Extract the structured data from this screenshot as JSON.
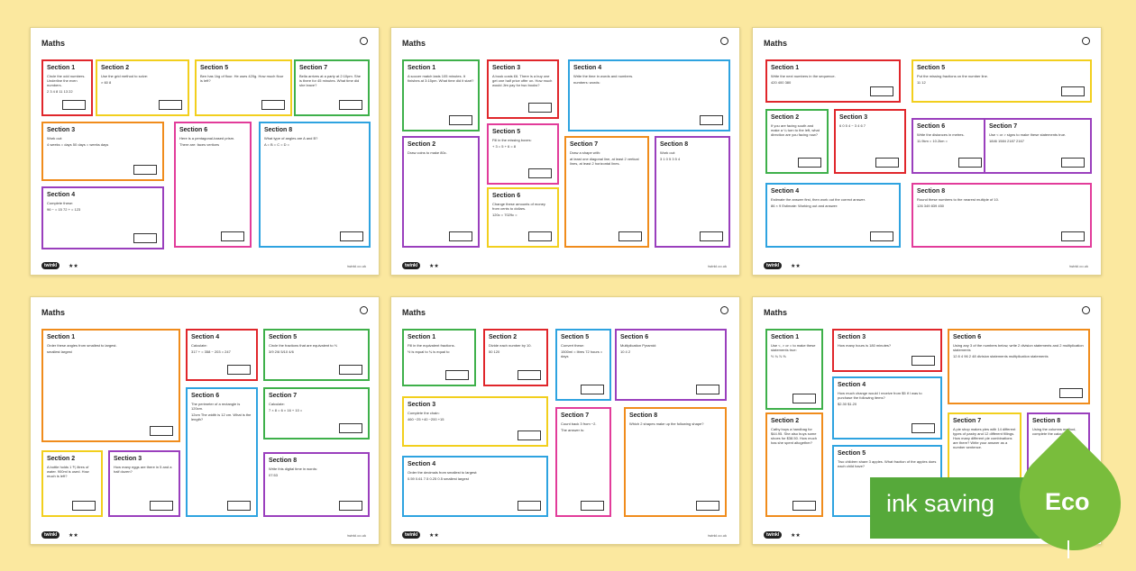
{
  "sheets": [
    {
      "title": "Maths",
      "sections": [
        {
          "label": "Section 1",
          "color": "r",
          "text": "Circle the odd numbers. Underline the even numbers.",
          "values": "2 3 4 8 11 13 22"
        },
        {
          "label": "Section 2",
          "color": "y",
          "text": "Use the grid method to solve:",
          "values": "× 60 8"
        },
        {
          "label": "Section 5",
          "color": "y",
          "text": "Ben has 1kg of flour. He uses 420g. How much flour is left?"
        },
        {
          "label": "Section 7",
          "color": "g",
          "text": "Bella arrives at a party at 2:10pm. She is there for 45 minutes. What time did she leave?"
        },
        {
          "label": "Section 3",
          "color": "o",
          "text": "Work out:",
          "values": "4 weeks = days   50 days = weeks days"
        },
        {
          "label": "Section 6",
          "color": "m",
          "text": "Here is a pentagonal-based prism.",
          "values": "There are: faces vertices"
        },
        {
          "label": "Section 8",
          "color": "b",
          "text": "What type of angles are A and B?",
          "values": "A = B = C = D ="
        },
        {
          "label": "Section 4",
          "color": "p",
          "text": "Complete these:",
          "values": "96 − = 15   72 + = 123"
        }
      ]
    },
    {
      "title": "Maths",
      "sections": [
        {
          "label": "Section 1",
          "color": "g",
          "text": "A soccer match lasts 105 minutes. It finishes at 3:15pm. What time did it start?"
        },
        {
          "label": "Section 3",
          "color": "r",
          "text": "A book costs £6. There is a buy one get one half price offer on. How much would Jim pay for two books?"
        },
        {
          "label": "Section 4",
          "color": "b",
          "text": "Write the time in words and numbers.",
          "values": "numbers: words:"
        },
        {
          "label": "Section 5",
          "color": "m",
          "text": "Fill in the missing boxes:",
          "values": "+ 3 = 5   + 6 = 8"
        },
        {
          "label": "Section 2",
          "color": "p",
          "text": "Draw coins to make 80c."
        },
        {
          "label": "Section 6",
          "color": "y",
          "text": "Change these amounts of money from cents to dollars.",
          "values": "120c =   7029c ="
        },
        {
          "label": "Section 7",
          "color": "o",
          "text": "Draw a shape with:",
          "values": "at least one diagonal line, at least 2 vertical lines, at least 2 horizontal lines."
        },
        {
          "label": "Section 8",
          "color": "p",
          "text": "Work out:",
          "values": "3 1 0 5   3 5 4"
        }
      ]
    },
    {
      "title": "Maths",
      "sections": [
        {
          "label": "Section 1",
          "color": "r",
          "text": "Write the next numbers in the sequence.",
          "values": "420 400 380"
        },
        {
          "label": "Section 5",
          "color": "y",
          "text": "Put the missing fractions on the number line.",
          "values": "11 12"
        },
        {
          "label": "Section 2",
          "color": "g",
          "text": "If you are facing south and make a ¼ turn to the left, what direction are you facing now?"
        },
        {
          "label": "Section 3",
          "color": "r",
          "text": "",
          "values": "6 0 5 4 − 3 4 6 7"
        },
        {
          "label": "Section 6",
          "color": "p",
          "text": "Write the distances in metres.",
          "values": "11.9km =   10.2km ="
        },
        {
          "label": "Section 7",
          "color": "p",
          "text": "Use < or > signs to make these statements true.",
          "values": "1846 1584   2187 2167"
        },
        {
          "label": "Section 4",
          "color": "b",
          "text": "Estimate the answer first, then work out the correct answer.",
          "values": "86 × 9   Estimate:   Working out and answer:"
        },
        {
          "label": "Section 8",
          "color": "m",
          "text": "Round these numbers to the nearest multiple of 10.",
          "values": "126   349   839   450"
        }
      ]
    },
    {
      "title": "Maths",
      "sections": [
        {
          "label": "Section 1",
          "color": "o",
          "text": "Order these angles from smallest to largest.",
          "values": "smallest largest"
        },
        {
          "label": "Section 4",
          "color": "r",
          "text": "Calculate:",
          "values": "317 + = 358   − 203 = 247"
        },
        {
          "label": "Section 5",
          "color": "g",
          "text": "Circle the fractions that are equivalent to ⅓",
          "values": "3/9 2/6 5/10 4/6"
        },
        {
          "label": "Section 6",
          "color": "b",
          "text": "The perimeter of a rectangle is 120cm.",
          "values": "12cm   The width is 12 cm. What is the length?"
        },
        {
          "label": "Section 7",
          "color": "g",
          "text": "Calculate:",
          "values": "7 × 8 =   6 × 16 + 10 ="
        },
        {
          "label": "Section 2",
          "color": "y",
          "text": "A bottle holds 1 ⅕ litres of water. 900ml is used. How much is left?"
        },
        {
          "label": "Section 3",
          "color": "p",
          "text": "How many eggs are there in 5 and a half dozen?"
        },
        {
          "label": "Section 8",
          "color": "p",
          "text": "Write this digital time in words:",
          "values": "07:53"
        }
      ]
    },
    {
      "title": "Maths",
      "sections": [
        {
          "label": "Section 1",
          "color": "g",
          "text": "Fill in the equivalent fractions.",
          "values": "½ is equal to   ¾ is equal to"
        },
        {
          "label": "Section 2",
          "color": "r",
          "text": "Divide each number by 10.",
          "values": "50   120"
        },
        {
          "label": "Section 5",
          "color": "b",
          "text": "Convert these:",
          "values": "1500ml = litres   72 hours = days"
        },
        {
          "label": "Section 6",
          "color": "p",
          "text": "Multiplication Pyramid:",
          "values": "10 4 2"
        },
        {
          "label": "Section 3",
          "color": "y",
          "text": "Complete the chain:",
          "values": "460 −25 +40 −200 +15"
        },
        {
          "label": "Section 7",
          "color": "m",
          "text": "Count back 3 from −2.",
          "values": "The answer is:"
        },
        {
          "label": "Section 8",
          "color": "o",
          "text": "Which 2 shapes make up the following shape?"
        },
        {
          "label": "Section 4",
          "color": "b",
          "text": "Order the decimals from smallest to largest:",
          "values": "0.59 0.61 7.5 0.25 0.5   smallest largest"
        }
      ]
    },
    {
      "title": "Maths",
      "sections": [
        {
          "label": "Section 1",
          "color": "g",
          "text": "Use <, > or = to make these statements true:",
          "values": "⅔ ¾   ⅞ ⅝"
        },
        {
          "label": "Section 3",
          "color": "r",
          "text": "How many hours is 180 minutes?"
        },
        {
          "label": "Section 6",
          "color": "o",
          "text": "Using any 3 of the numbers below, write 2 division statements and 2 multiplication statements",
          "values": "12 8 4 96 2 48   division statements   multiplication statements"
        },
        {
          "label": "Section 4",
          "color": "b",
          "text": "How much change would I receive from $5 if I was to purchase the following items?",
          "values": "$2.30 $1.20"
        },
        {
          "label": "Section 2",
          "color": "o",
          "text": "Cathy buys a handbag for $44.95. She also buys some shoes for $38.50. How much has she spent altogether?"
        },
        {
          "label": "Section 5",
          "color": "b",
          "text": "Two children share 3 apples. What fraction of the apples does each child have?"
        },
        {
          "label": "Section 7",
          "color": "y",
          "text": "A pie shop makes pies with 14 different types of pastry and 12 different fillings. How many different pie combinations are there? Write your answer as a number sentence."
        },
        {
          "label": "Section 8",
          "color": "p",
          "text": "Using the columns method, complete the calculation:"
        }
      ]
    }
  ],
  "footer": {
    "logo": "twinkl",
    "stars": "★★",
    "url": "twinkl.co.uk"
  },
  "banner": {
    "text": "ink saving",
    "badge": "Eco"
  }
}
